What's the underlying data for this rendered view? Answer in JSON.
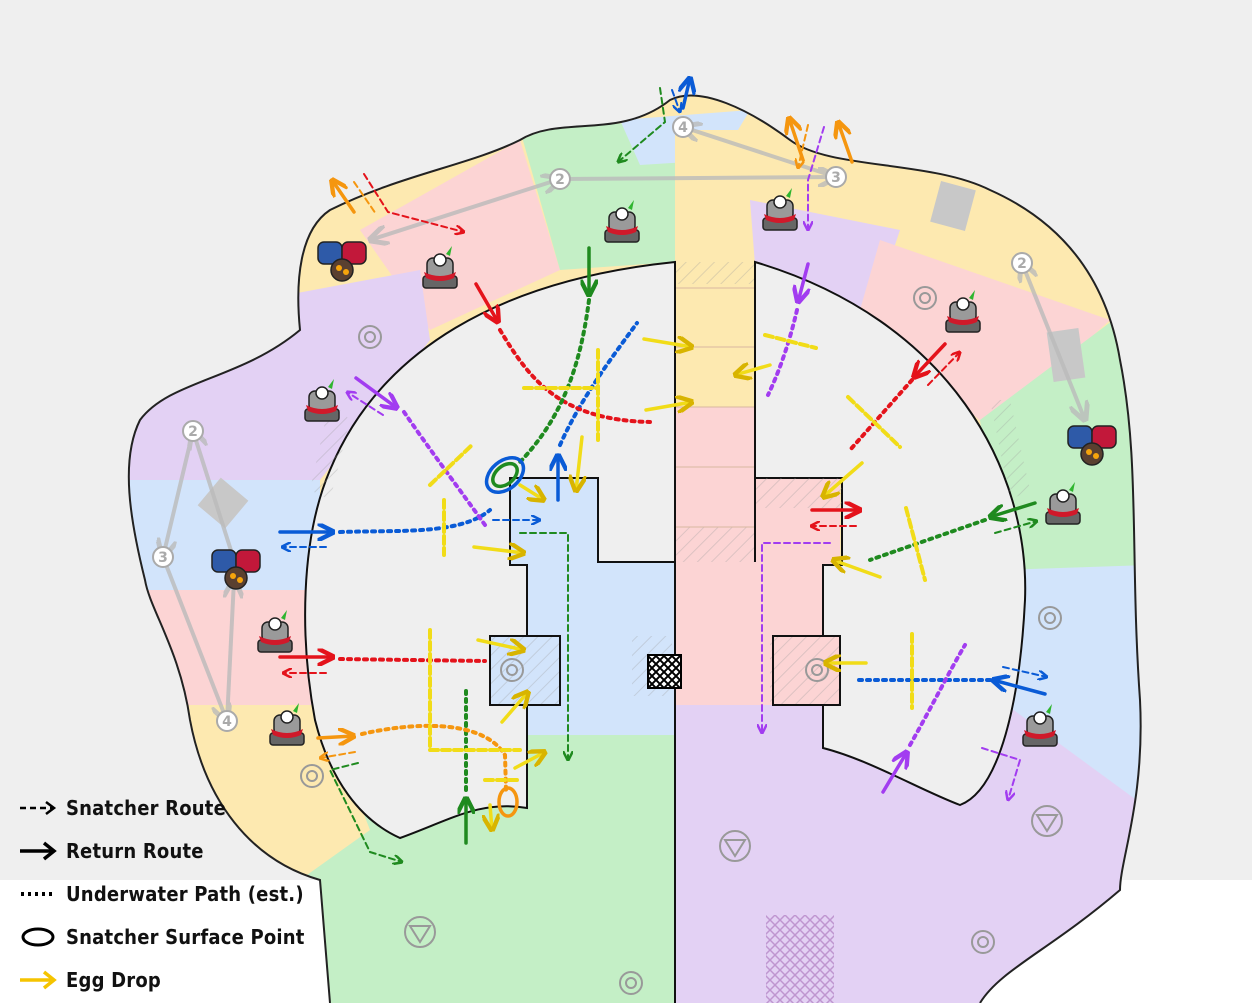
{
  "legend": {
    "snatcher_route": "Snatcher Route",
    "return_route": "Return Route",
    "underwater_path": "Underwater Path (est.)",
    "surface_point": "Snatcher Surface Point",
    "egg_drop": "Egg Drop"
  },
  "waypoints": {
    "top_a": "2",
    "top_b": "3",
    "top_c": "4",
    "left_a": "2",
    "left_b": "3",
    "left_c": "4",
    "right_a": "2"
  },
  "colors": {
    "blue": "#0a5bd6",
    "red": "#e4131b",
    "green": "#1f8a1f",
    "purple": "#a23cf0",
    "orange": "#f5960f",
    "yellow": "#f1dc18",
    "zone_yellow": "#fde9b0",
    "zone_red": "#fcd4d4",
    "zone_purple": "#e3d1f4",
    "zone_blue": "#d2e4fb",
    "zone_green": "#c4efc6",
    "water": "#f0f0f0"
  },
  "icons": [
    "salmonid-snatcher-icon",
    "egg-basket-icon",
    "spawn-target-icon",
    "grate-icon",
    "drop-zone-icon"
  ]
}
